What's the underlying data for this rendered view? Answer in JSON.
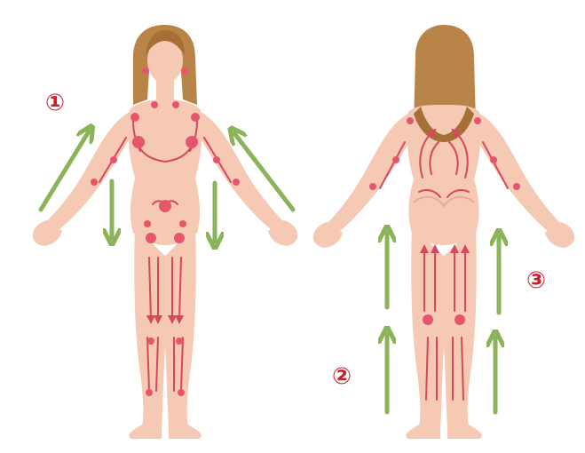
{
  "step_labels": {
    "step1": "①",
    "step2": "②",
    "step3": "③"
  },
  "colors": {
    "background": "#ffffff",
    "skin": "#f6c9b5",
    "skin_shadow": "#e9ab95",
    "hair": "#b88448",
    "hair_dark": "#a56f35",
    "lymph_node": "#e5566c",
    "lymph_line": "#d6485d",
    "arrow_green": "#8bb45a",
    "step_label_red": "#cc1f2b"
  },
  "icons": {
    "front_figure": "female-body-front-illustration",
    "back_figure": "female-body-back-illustration",
    "arrows": "green-direction-arrow"
  }
}
